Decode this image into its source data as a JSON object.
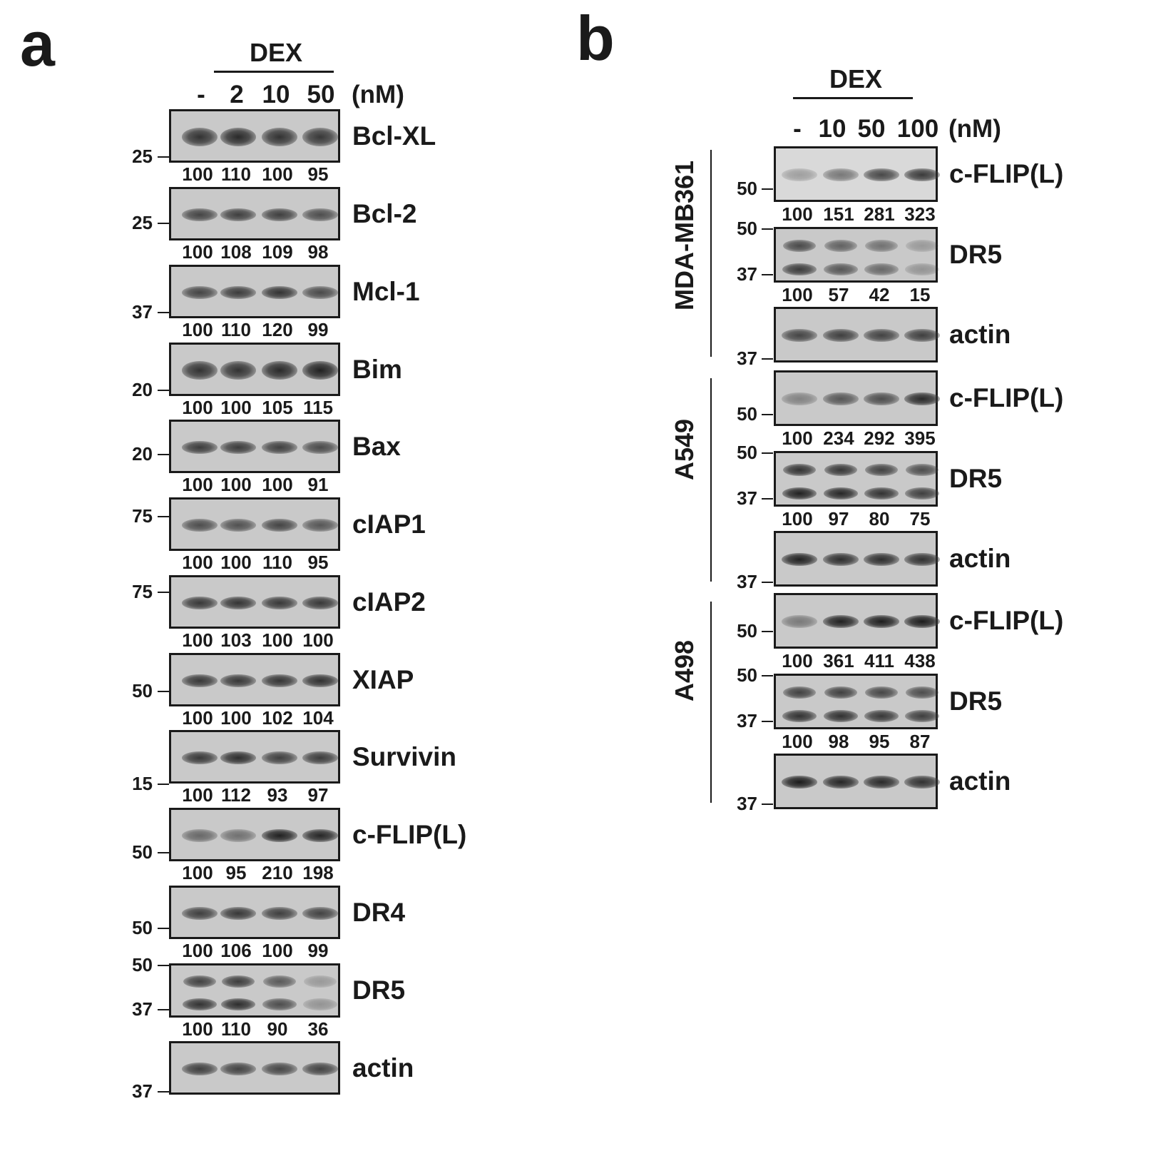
{
  "panel_a": {
    "label": "a",
    "treatment": "DEX",
    "doses": [
      "-",
      "2",
      "10",
      "50"
    ],
    "unit": "(nM)",
    "blots": [
      {
        "protein": "Bcl-XL",
        "markers": [
          "25"
        ],
        "quant": [
          "100",
          "110",
          "100",
          "95"
        ],
        "intensity": [
          0.85,
          0.9,
          0.85,
          0.82
        ]
      },
      {
        "protein": "Bcl-2",
        "markers": [
          "25"
        ],
        "quant": [
          "100",
          "108",
          "109",
          "98"
        ],
        "intensity": [
          0.75,
          0.78,
          0.78,
          0.7
        ]
      },
      {
        "protein": "Mcl-1",
        "markers": [
          "37"
        ],
        "quant": [
          "100",
          "110",
          "120",
          "99"
        ],
        "intensity": [
          0.75,
          0.8,
          0.85,
          0.72
        ]
      },
      {
        "protein": "Bim",
        "markers": [
          "20"
        ],
        "quant": [
          "100",
          "100",
          "105",
          "115"
        ],
        "intensity": [
          0.85,
          0.85,
          0.9,
          0.95
        ]
      },
      {
        "protein": "Bax",
        "markers": [
          "20"
        ],
        "quant": [
          "100",
          "100",
          "100",
          "91"
        ],
        "intensity": [
          0.8,
          0.8,
          0.78,
          0.72
        ]
      },
      {
        "protein": "cIAP1",
        "markers": [
          "75"
        ],
        "quant": [
          "100",
          "100",
          "110",
          "95"
        ],
        "intensity": [
          0.7,
          0.68,
          0.75,
          0.65
        ]
      },
      {
        "protein": "cIAP2",
        "markers": [
          "75"
        ],
        "quant": [
          "100",
          "103",
          "100",
          "100"
        ],
        "intensity": [
          0.82,
          0.84,
          0.82,
          0.82
        ]
      },
      {
        "protein": "XIAP",
        "markers": [
          "50"
        ],
        "quant": [
          "100",
          "100",
          "102",
          "104"
        ],
        "intensity": [
          0.82,
          0.82,
          0.84,
          0.86
        ]
      },
      {
        "protein": "Survivin",
        "markers": [
          "15"
        ],
        "quant": [
          "100",
          "112",
          "93",
          "97"
        ],
        "intensity": [
          0.82,
          0.88,
          0.78,
          0.8
        ]
      },
      {
        "protein": "c-FLIP(L)",
        "markers": [
          "50"
        ],
        "quant": [
          "100",
          "95",
          "210",
          "198"
        ],
        "intensity": [
          0.55,
          0.5,
          0.95,
          0.92
        ]
      },
      {
        "protein": "DR4",
        "markers": [
          "50"
        ],
        "quant": [
          "100",
          "106",
          "100",
          "99"
        ],
        "intensity": [
          0.78,
          0.82,
          0.78,
          0.76
        ]
      },
      {
        "protein": "DR5",
        "markers": [
          "50",
          "37"
        ],
        "quant": [
          "100",
          "110",
          "90",
          "36"
        ],
        "intensity": [
          0.85,
          0.88,
          0.7,
          0.3
        ]
      },
      {
        "protein": "actin",
        "markers": [
          "37"
        ],
        "quant": [],
        "intensity": [
          0.78,
          0.76,
          0.74,
          0.76
        ]
      }
    ]
  },
  "panel_b": {
    "label": "b",
    "treatment": "DEX",
    "doses": [
      "-",
      "10",
      "50",
      "100"
    ],
    "unit": "(nM)",
    "cell_lines": [
      {
        "name": "MDA-MB361",
        "blots": [
          {
            "protein": "c-FLIP(L)",
            "markers": [
              "50"
            ],
            "quant": [
              "100",
              "151",
              "281",
              "323"
            ],
            "intensity": [
              0.3,
              0.5,
              0.75,
              0.82
            ]
          },
          {
            "protein": "DR5",
            "markers": [
              "50",
              "37"
            ],
            "quant": [
              "100",
              "57",
              "42",
              "15"
            ],
            "intensity": [
              0.8,
              0.65,
              0.55,
              0.3
            ]
          },
          {
            "protein": "actin",
            "markers": [
              "37"
            ],
            "quant": [],
            "intensity": [
              0.75,
              0.78,
              0.76,
              0.78
            ]
          }
        ]
      },
      {
        "name": "A549",
        "blots": [
          {
            "protein": "c-FLIP(L)",
            "markers": [
              "50"
            ],
            "quant": [
              "100",
              "234",
              "292",
              "395"
            ],
            "intensity": [
              0.4,
              0.65,
              0.7,
              0.9
            ]
          },
          {
            "protein": "DR5",
            "markers": [
              "50",
              "37"
            ],
            "quant": [
              "100",
              "97",
              "80",
              "75"
            ],
            "intensity": [
              0.95,
              0.92,
              0.85,
              0.78
            ]
          },
          {
            "protein": "actin",
            "markers": [
              "37"
            ],
            "quant": [],
            "intensity": [
              0.95,
              0.88,
              0.88,
              0.86
            ]
          }
        ]
      },
      {
        "name": "A498",
        "blots": [
          {
            "protein": "c-FLIP(L)",
            "markers": [
              "50"
            ],
            "quant": [
              "100",
              "361",
              "411",
              "438"
            ],
            "intensity": [
              0.45,
              0.95,
              0.97,
              0.98
            ]
          },
          {
            "protein": "DR5",
            "markers": [
              "50",
              "37"
            ],
            "quant": [
              "100",
              "98",
              "95",
              "87"
            ],
            "intensity": [
              0.85,
              0.86,
              0.82,
              0.78
            ]
          },
          {
            "protein": "actin",
            "markers": [
              "37"
            ],
            "quant": [],
            "intensity": [
              0.98,
              0.92,
              0.9,
              0.86
            ]
          }
        ]
      }
    ]
  }
}
